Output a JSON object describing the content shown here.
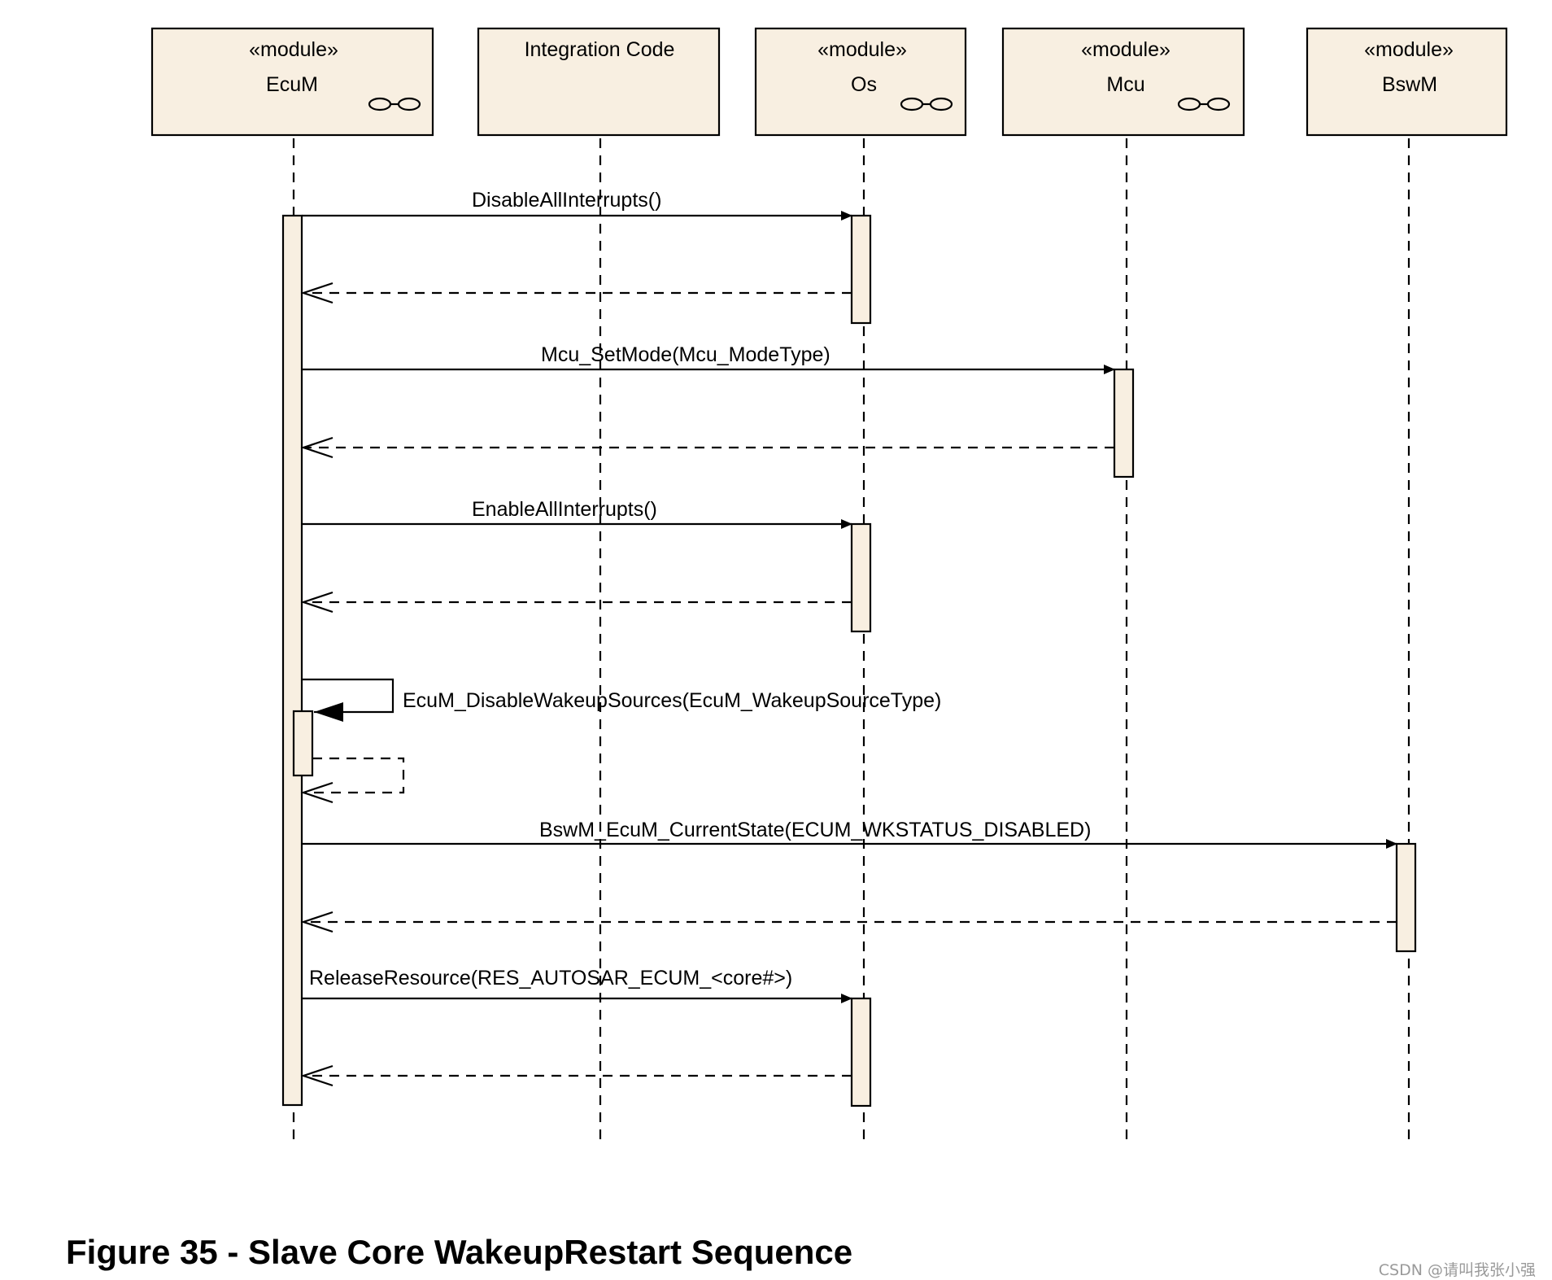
{
  "diagram": {
    "participants": [
      {
        "id": "ecum",
        "stereotype": "«module»",
        "name": "EcuM",
        "has_symbol": true
      },
      {
        "id": "integration",
        "stereotype": "",
        "name": "Integration Code",
        "has_symbol": false
      },
      {
        "id": "os",
        "stereotype": "«module»",
        "name": "Os",
        "has_symbol": true
      },
      {
        "id": "mcu",
        "stereotype": "«module»",
        "name": "Mcu",
        "has_symbol": true
      },
      {
        "id": "bswm",
        "stereotype": "«module»",
        "name": "BswM",
        "has_symbol": false
      }
    ],
    "messages": [
      {
        "from": "ecum",
        "to": "os",
        "label": "DisableAllInterrupts()"
      },
      {
        "from": "ecum",
        "to": "mcu",
        "label": "Mcu_SetMode(Mcu_ModeType)"
      },
      {
        "from": "ecum",
        "to": "os",
        "label": "EnableAllInterrupts()"
      },
      {
        "from": "ecum",
        "to": "ecum",
        "label": "EcuM_DisableWakeupSources(EcuM_WakeupSourceType)"
      },
      {
        "from": "ecum",
        "to": "bswm",
        "label": "BswM_EcuM_CurrentState(ECUM_WKSTATUS_DISABLED)"
      },
      {
        "from": "ecum",
        "to": "os",
        "label": "ReleaseResource(RES_AUTOSAR_ECUM_<core#>)"
      }
    ],
    "colors": {
      "box_fill": "#f8efe1",
      "line": "#000000"
    }
  },
  "caption": "Figure 35 - Slave Core WakeupRestart Sequence",
  "watermark": "CSDN @请叫我张小强"
}
